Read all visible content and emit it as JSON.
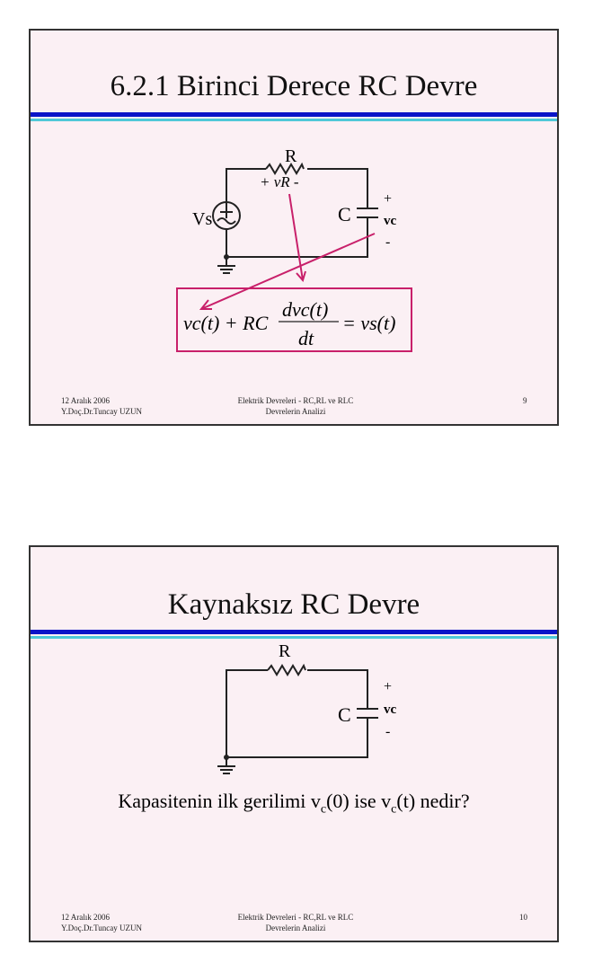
{
  "slides": [
    {
      "title": "6.2.1 Birinci Derece RC Devre",
      "labels": {
        "R": "R",
        "vR": "+ vR -",
        "vs": "Vs",
        "C": "C",
        "plus": "+",
        "vc": "vc",
        "minus": "-"
      },
      "equation": {
        "lhs": "vc(t) + RC",
        "num": "dvc(t)",
        "den": "dt",
        "rhs": "= vs(t)"
      },
      "footer": {
        "date": "12 Aralık 2006",
        "author": "Y.Doç.Dr.Tuncay UZUN",
        "course_line1": "Elektrik Devreleri - RC,RL ve RLC",
        "course_line2": "Devrelerin Analizi",
        "page": "9"
      },
      "accent": "#c8206a"
    },
    {
      "title": "Kaynaksız RC Devre",
      "labels": {
        "R": "R",
        "C": "C",
        "plus": "+",
        "vc": "vc",
        "minus": "-"
      },
      "question": {
        "a": "Kapasitenin ilk gerilimi v",
        "sub1": "c",
        "b": "(0) ise v",
        "sub2": "c",
        "c": "(t) nedir?"
      },
      "footer": {
        "date": "12 Aralık 2006",
        "author": "Y.Doç.Dr.Tuncay UZUN",
        "course_line1": "Elektrik Devreleri - RC,RL ve RLC",
        "course_line2": "Devrelerin Analizi",
        "page": "10"
      }
    }
  ]
}
